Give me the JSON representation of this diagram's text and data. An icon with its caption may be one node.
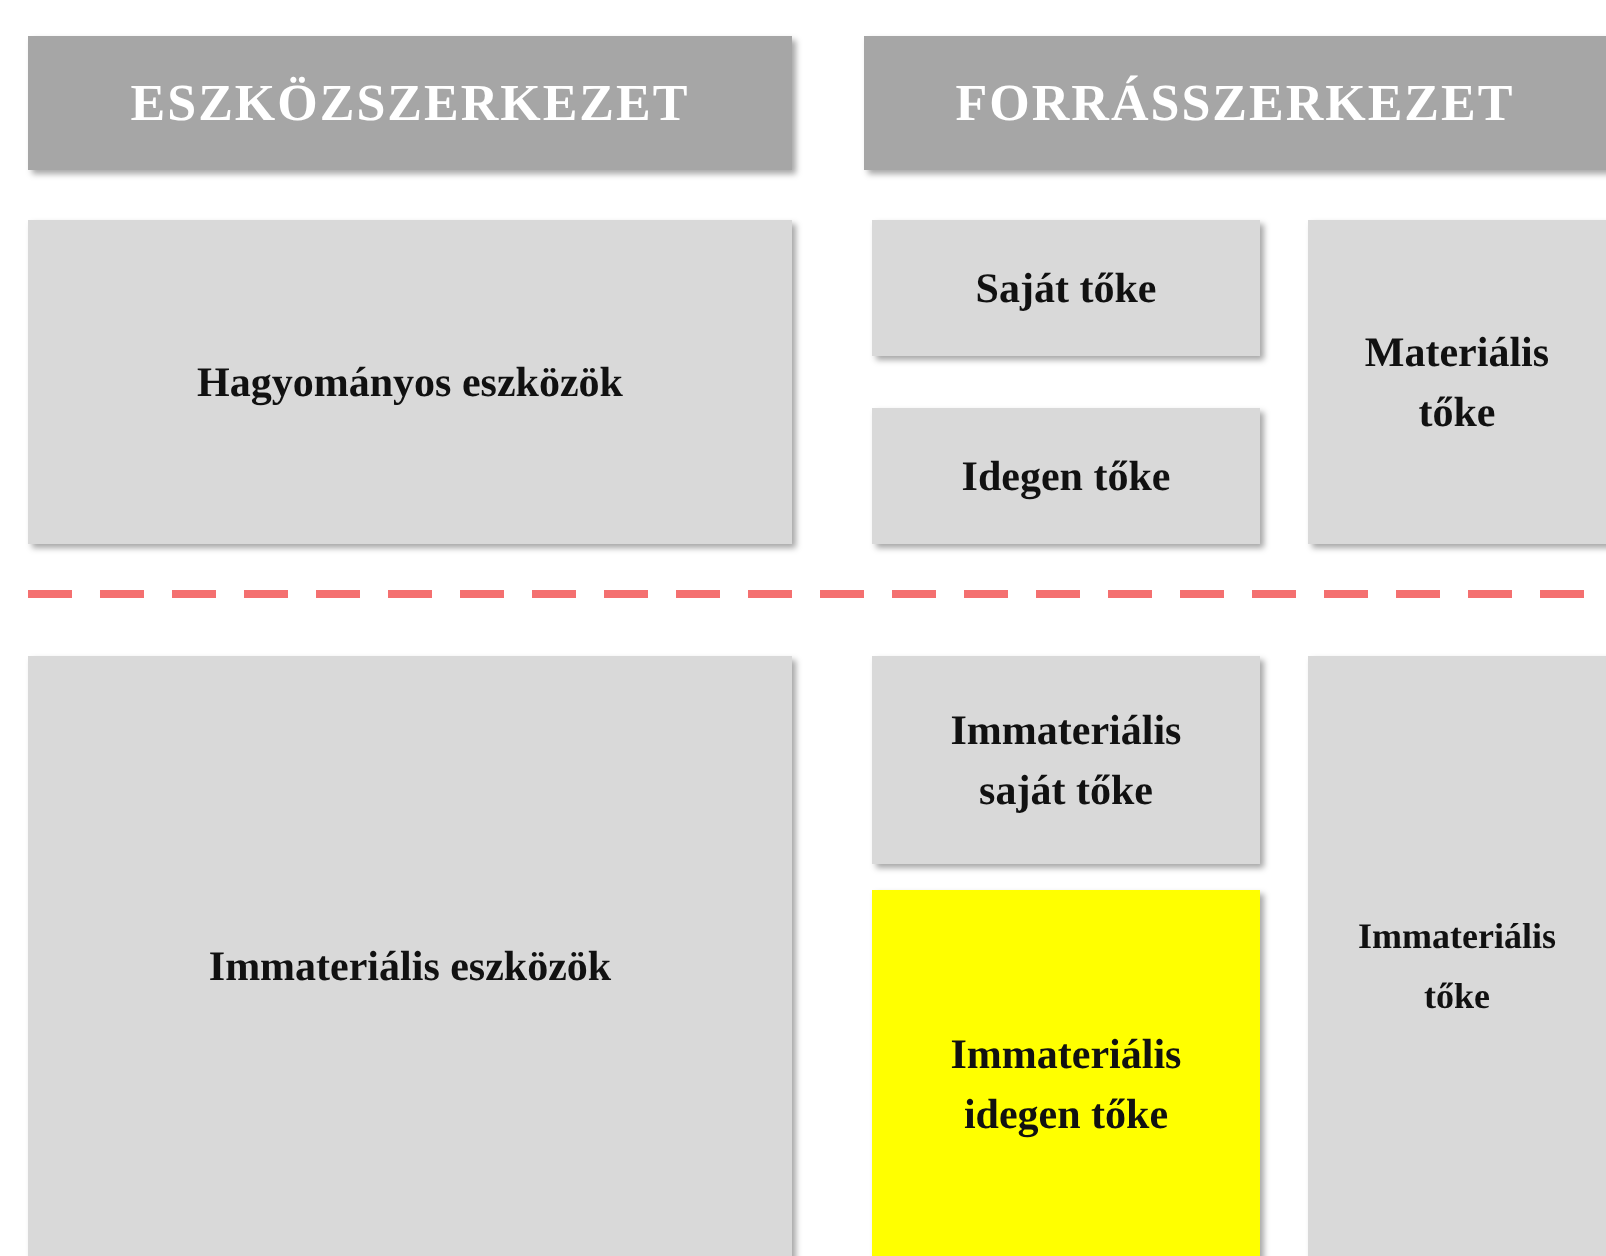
{
  "diagram": {
    "nodes": [
      {
        "text": [
          "ESZKÖZSZERKEZET"
        ]
      },
      {
        "text": [
          "FORRÁSSZERKEZET"
        ]
      },
      {
        "text": [
          "Hagyományos eszközök"
        ]
      },
      {
        "text": [
          "Saját tőke"
        ]
      },
      {
        "text": [
          "Idegen tőke"
        ]
      },
      {
        "text": [
          "Materiális tőke"
        ]
      },
      {
        "text": [
          "Immateriális eszközök"
        ]
      },
      {
        "text": [
          "Immateriális saját tőke"
        ]
      },
      {
        "text": [
          "Immateriális idegen tőke"
        ]
      },
      {
        "text": [
          "Immateriális tőke"
        ]
      }
    ]
  }
}
